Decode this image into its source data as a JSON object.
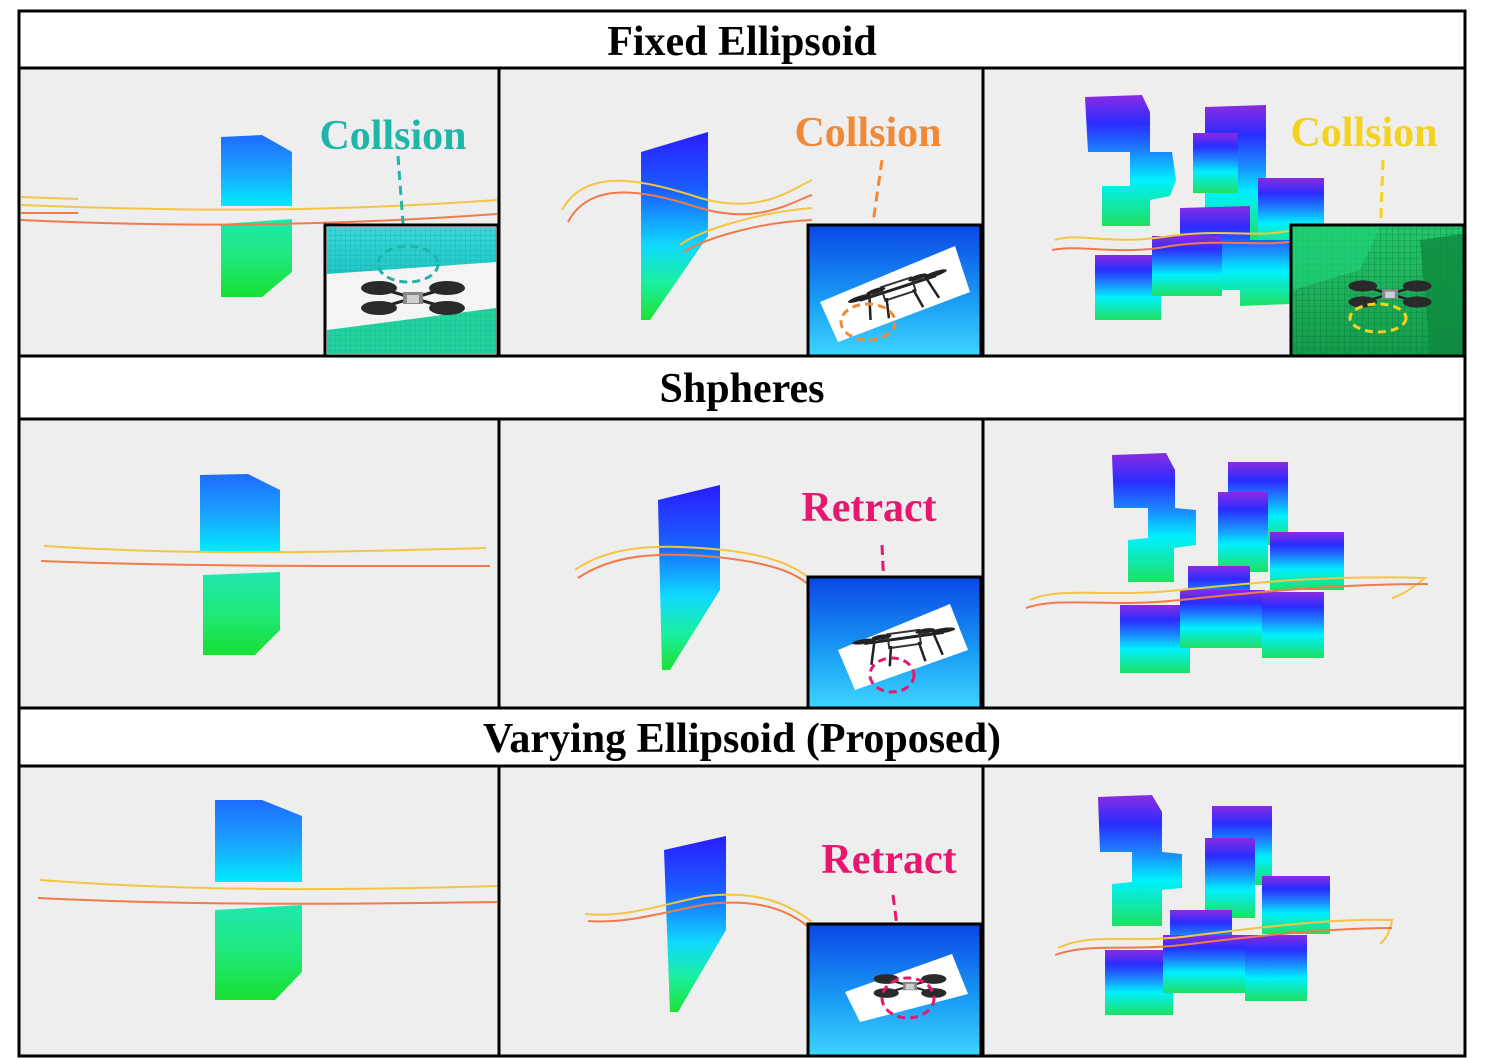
{
  "rows": [
    {
      "title": "Fixed Ellipsoid",
      "panels": [
        {
          "scene": "gap-blocks",
          "label": "Collsion",
          "label_color": "#1fb5a8",
          "inset": "collision-gap"
        },
        {
          "scene": "slanted-wall",
          "label": "Collsion",
          "label_color": "#f08a38",
          "inset": "collision-wall"
        },
        {
          "scene": "block-cluster",
          "label": "Collsion",
          "label_color": "#f4d21e",
          "inset": "collision-cluster"
        }
      ]
    },
    {
      "title": "Shpheres",
      "panels": [
        {
          "scene": "gap-blocks",
          "label": "",
          "label_color": "",
          "inset": ""
        },
        {
          "scene": "slanted-wall",
          "label": "Retract",
          "label_color": "#e6186e",
          "inset": "retract-wall"
        },
        {
          "scene": "block-cluster",
          "label": "",
          "label_color": "",
          "inset": ""
        }
      ]
    },
    {
      "title": "Varying Ellipsoid (Proposed)",
      "panels": [
        {
          "scene": "gap-blocks",
          "label": "",
          "label_color": "",
          "inset": ""
        },
        {
          "scene": "slanted-wall",
          "label": "Retract",
          "label_color": "#e6186e",
          "inset": "retract-wall"
        },
        {
          "scene": "block-cluster",
          "label": "",
          "label_color": "",
          "inset": ""
        }
      ]
    }
  ],
  "colors": {
    "panel_bg": "#eeeeee",
    "trajectory_yellow": "#f4c542",
    "trajectory_orange": "#f27a4a",
    "block_top": "#8a2be2",
    "block_mid": "#1565ff",
    "block_cyan": "#00e5ff",
    "block_green": "#1fe35a"
  }
}
